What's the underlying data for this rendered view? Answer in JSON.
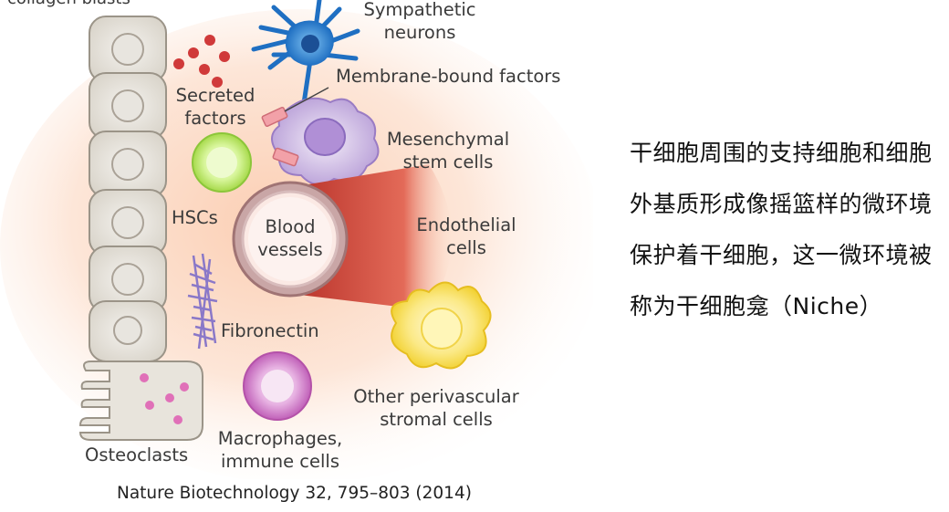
{
  "figure": {
    "labels": {
      "collagen_blasts": "collagen   blasts",
      "sympathetic_neurons": "Sympathetic\nneurons",
      "membrane_bound_factors": "Membrane-bound factors",
      "secreted_factors": "Secreted\nfactors",
      "mesenchymal_stem_cells": "Mesenchymal\nstem cells",
      "hscs": "HSCs",
      "blood_vessels": "Blood\nvessels",
      "endothelial_cells": "Endothelial\ncells",
      "fibronectin": "Fibronectin",
      "other_perivascular": "Other perivascular\nstromal cells",
      "osteoclasts": "Osteoclasts",
      "macrophages": "Macrophages,\nimmune cells"
    },
    "citation": "Nature Biotechnology 32, 795–803 (2014)",
    "colors": {
      "background_glow": "#fbd6c2",
      "osteoblast_cells": "#e6e2da",
      "secreted_dots": "#d03a3a",
      "neuron": "#2a86d2",
      "msc": "#cbb7e0",
      "membrane_factor": "#f2a1a8",
      "hsc": "#c8ec7a",
      "vessel": "#d94a3a",
      "fibronectin": "#8a78c8",
      "perivascular": "#f8e04a",
      "macrophage": "#d987d0",
      "osteoclast_dots": "#e070b8"
    }
  },
  "caption": "干细胞周围的支持细胞和细胞外基质形成像摇篮样的微环境保护着干细胞，这一微环境被称为干细胞龛（Niche）"
}
